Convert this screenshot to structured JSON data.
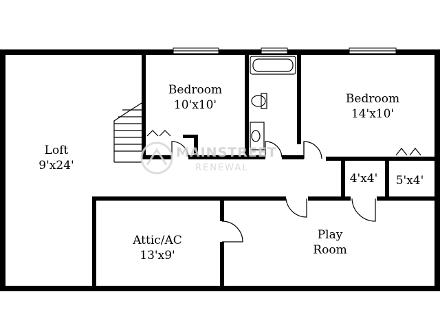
{
  "rooms": {
    "loft": {
      "name": "Loft",
      "size": "9'x24'"
    },
    "bedroom_small": {
      "name": "Bedroom",
      "size": "10'x10'"
    },
    "bedroom_large": {
      "name": "Bedroom",
      "size": "14'x10'"
    },
    "closet_a": {
      "size": "4'x4'"
    },
    "closet_b": {
      "size": "5'x4'"
    },
    "attic": {
      "name": "Attic/AC",
      "size": "13'x9'"
    },
    "play_room": {
      "line1": "Play",
      "line2": "Room"
    }
  },
  "watermark": {
    "name": "MAINSTREET",
    "sub": "RENEWAL"
  }
}
